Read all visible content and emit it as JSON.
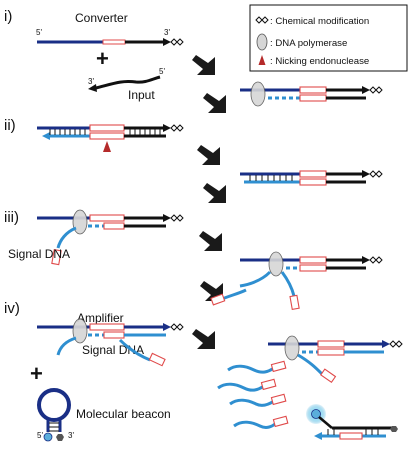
{
  "steps": {
    "i": "i)",
    "ii": "ii)",
    "iii": "iii)",
    "iv": "iv)"
  },
  "labels": {
    "converter": "Converter",
    "input": "Input",
    "signal_dna_1": "Signal DNA",
    "amplifier": "Amplifier",
    "signal_dna_2": "Signal DNA",
    "molecular_beacon": "Molecular beacon",
    "plus": "+"
  },
  "ends": {
    "five_prime": "5'",
    "three_prime": "3'"
  },
  "legend": {
    "items": [
      {
        "symbol": "chemical-modification",
        "text": ": Chemical modification"
      },
      {
        "symbol": "dna-polymerase",
        "text": ": DNA polymerase"
      },
      {
        "symbol": "nicking-endonuclease",
        "text": ": Nicking endonuclease"
      }
    ]
  },
  "colors": {
    "dark_blue": "#1a2f86",
    "light_blue": "#2f8fd0",
    "black": "#111111",
    "pink": "#e04b4b",
    "nick_red": "#b52a2a",
    "polymerase_gray": "#d6d6d6",
    "arrow_black": "#1a1a1a",
    "glow_cyan": "#7fd6f2"
  }
}
